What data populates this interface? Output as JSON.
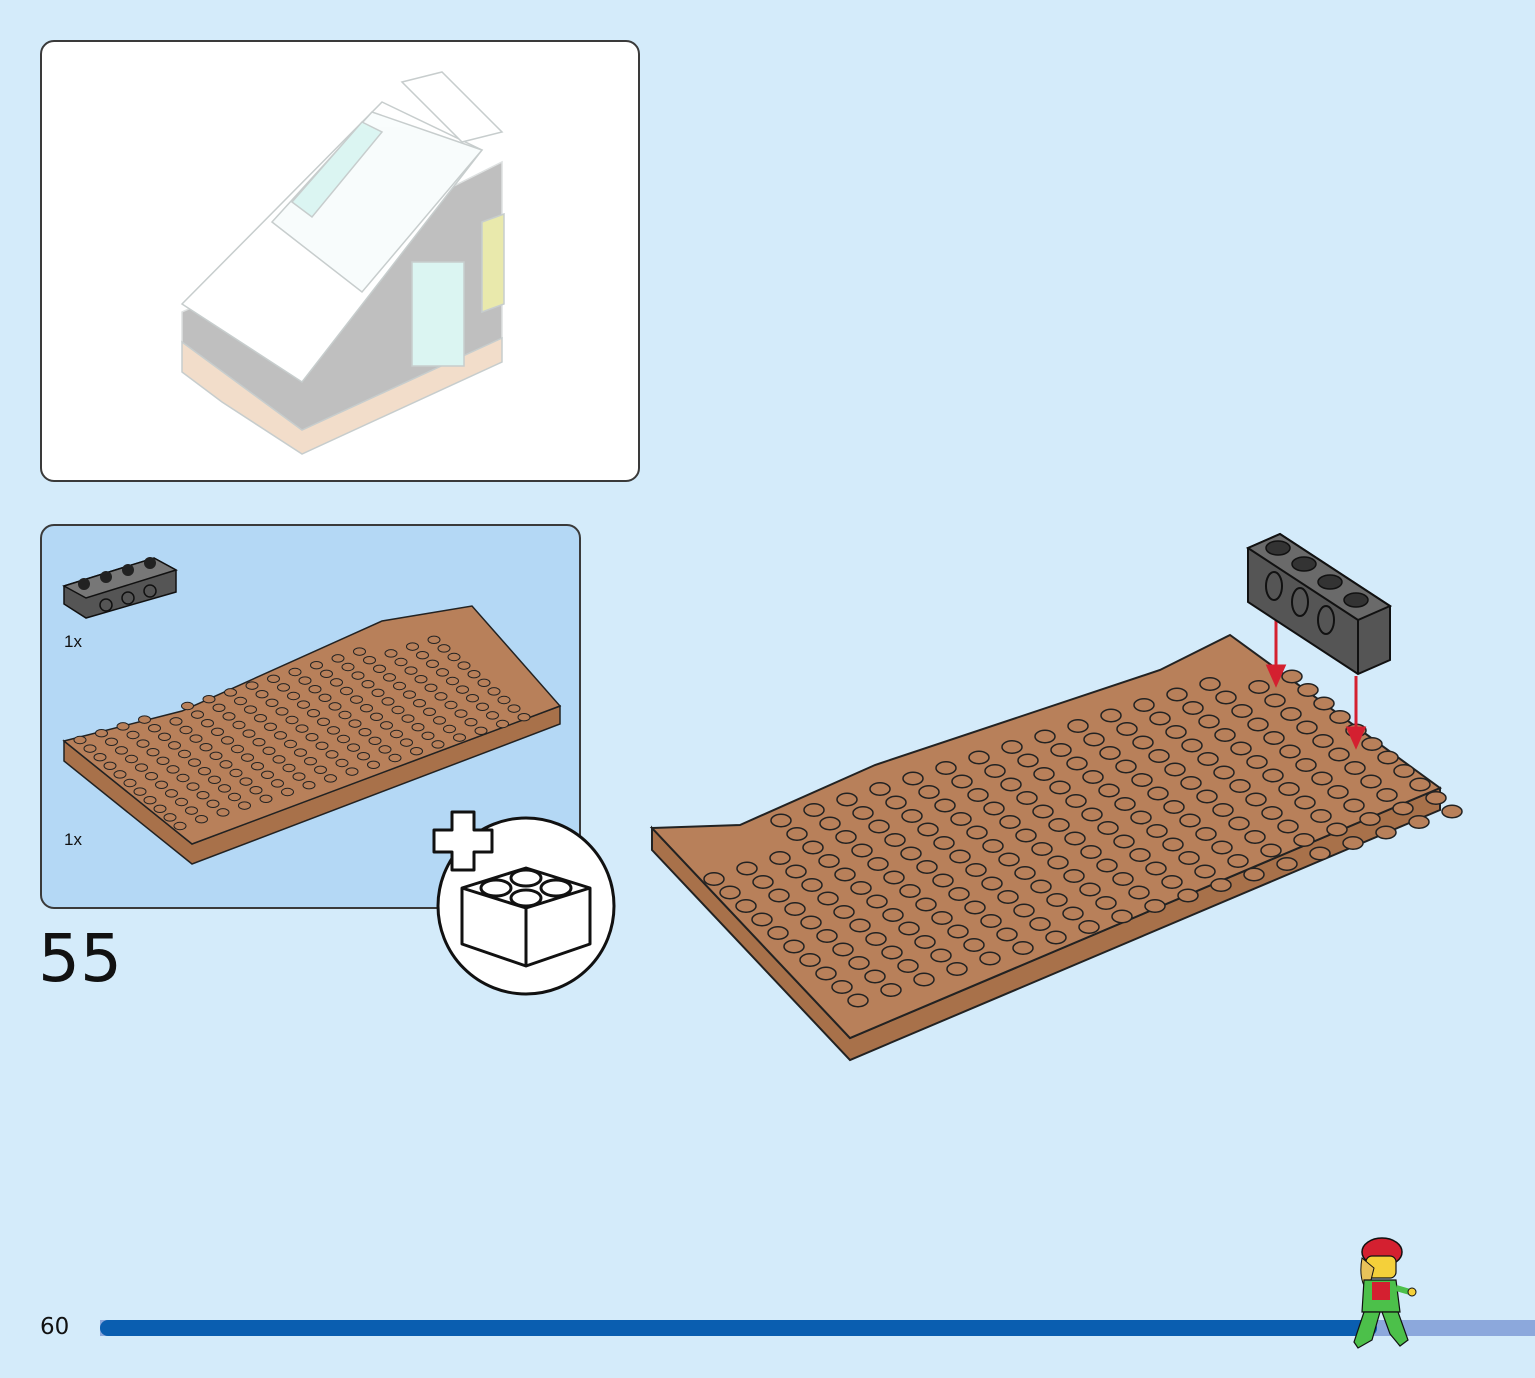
{
  "step": {
    "number": "55",
    "parts": [
      {
        "quantity": "1x",
        "part": "black-technic-brick-1x4-icon"
      },
      {
        "quantity": "1x",
        "part": "brown-baseplate-icon"
      }
    ],
    "callout_icon": "add-brick-icon"
  },
  "page": {
    "number": "60",
    "progress": 0.89
  },
  "colors": {
    "background": "#d4ebfa",
    "parts_panel": "#b4d8f5",
    "baseplate": "#b8805a",
    "technic_brick": "#555555",
    "arrow": "#d42030",
    "progress_fill": "#0a5eb0",
    "progress_track": "#8ca8dc"
  }
}
